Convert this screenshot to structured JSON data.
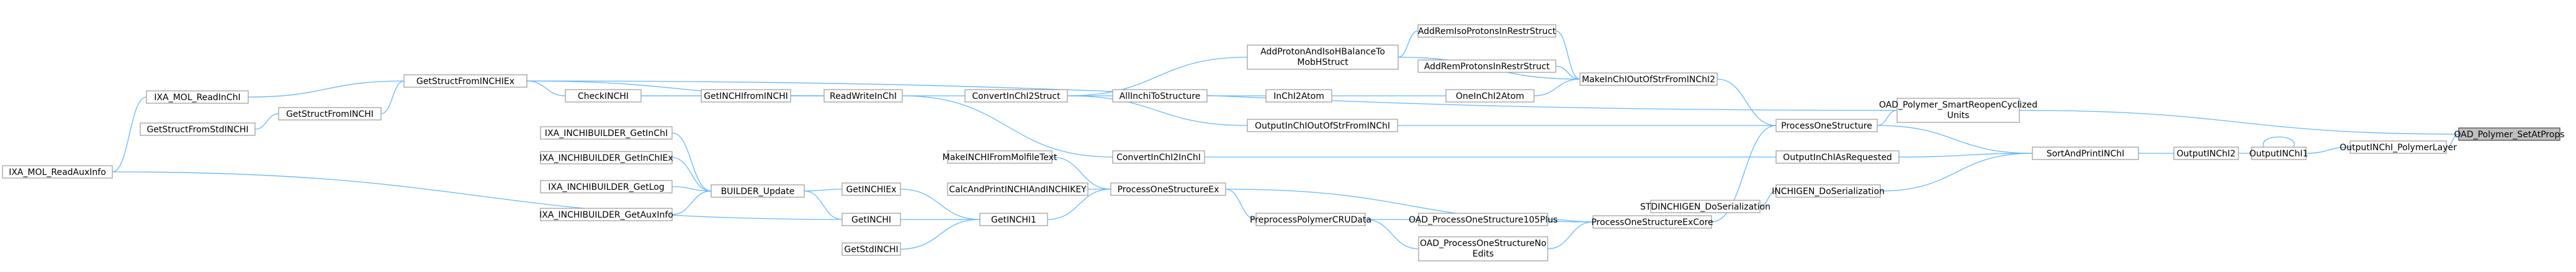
{
  "colors": {
    "edge": "#63b8ff",
    "node_border": "#999999",
    "root_fill": "#bfbfbf",
    "background": "#ffffff"
  },
  "nodes": [
    {
      "id": "root",
      "label": "OAD_Polymer_SetAtProps",
      "root": true
    },
    {
      "id": "outPolyLayer",
      "label": "OutputINChI_PolymerLayer"
    },
    {
      "id": "outInchi1",
      "label": "OutputINChI1"
    },
    {
      "id": "outInchi2",
      "label": "OutputINChI2"
    },
    {
      "id": "sortPrint",
      "label": "SortAndPrintINChI"
    },
    {
      "id": "smartReopen",
      "lines": [
        "OAD_Polymer_SmartReopenCyclized",
        "Units"
      ]
    },
    {
      "id": "procOneStruct",
      "label": "ProcessOneStructure"
    },
    {
      "id": "outAsReq",
      "label": "OutputInChIAsRequested"
    },
    {
      "id": "inchigenDoSer",
      "label": "INCHIGEN_DoSerialization"
    },
    {
      "id": "stdInchigenDoSer",
      "label": "STDINCHIGEN_DoSerialization"
    },
    {
      "id": "procOneStructExCore",
      "label": "ProcessOneStructureExCore"
    },
    {
      "id": "oadProc105",
      "label": "OAD_ProcessOneStructure105Plus"
    },
    {
      "id": "oadProcNoEdits",
      "lines": [
        "OAD_ProcessOneStructureNo",
        "Edits"
      ]
    },
    {
      "id": "preprocPolymer",
      "label": "PreprocessPolymerCRUData"
    },
    {
      "id": "procOneStructEx",
      "label": "ProcessOneStructureEx"
    },
    {
      "id": "makeInchiFromMol",
      "label": "MakeINCHIFromMolfileText"
    },
    {
      "id": "calcPrintKey",
      "label": "CalcAndPrintINCHIAndINCHIKEY"
    },
    {
      "id": "getInchi1",
      "label": "GetINCHI1"
    },
    {
      "id": "getInchiEx",
      "label": "GetINCHIEx"
    },
    {
      "id": "getInchi",
      "label": "GetINCHI"
    },
    {
      "id": "getStdInchi",
      "label": "GetStdINCHI"
    },
    {
      "id": "builderUpdate",
      "label": "BUILDER_Update"
    },
    {
      "id": "b1",
      "label": "IXA_INCHIBUILDER_GetInChI"
    },
    {
      "id": "b2",
      "label": "IXA_INCHIBUILDER_GetInChIEx"
    },
    {
      "id": "b3",
      "label": "IXA_INCHIBUILDER_GetLog"
    },
    {
      "id": "b4",
      "label": "IXA_INCHIBUILDER_GetAuxInfo"
    },
    {
      "id": "molReadAux",
      "label": "IXA_MOL_ReadAuxInfo"
    },
    {
      "id": "molReadInchi",
      "label": "IXA_MOL_ReadInChI"
    },
    {
      "id": "getStructFromStd",
      "label": "GetStructFromStdINCHI"
    },
    {
      "id": "getStructFromInchi",
      "label": "GetStructFromINCHI"
    },
    {
      "id": "getStructFromInchiEx",
      "label": "GetStructFromINCHIEx"
    },
    {
      "id": "checkInchi",
      "label": "CheckINCHI"
    },
    {
      "id": "getInchiFromInchi",
      "label": "GetINCHIfromINCHI"
    },
    {
      "id": "readWriteInchi",
      "label": "ReadWriteInChI"
    },
    {
      "id": "convertToStruct",
      "label": "ConvertInChI2Struct"
    },
    {
      "id": "convertToInchi",
      "label": "ConvertInChI2InChI"
    },
    {
      "id": "allInchiToStruct",
      "label": "AllInchiToStructure"
    },
    {
      "id": "inchi2atom",
      "label": "InChI2Atom"
    },
    {
      "id": "oneInchi2atom",
      "label": "OneInChI2Atom"
    },
    {
      "id": "outOutOfStr",
      "label": "OutputInChIOutOfStrFromINChI"
    },
    {
      "id": "addProton",
      "lines": [
        "AddProtonAndIsoHBalanceTo",
        "MobHStruct"
      ]
    },
    {
      "id": "addRemIso",
      "label": "AddRemIsoProtonsInRestrStruct"
    },
    {
      "id": "addRemProt",
      "label": "AddRemProtonsInRestrStruct"
    },
    {
      "id": "makeInchiOutOf",
      "label": "MakeInChIOutOfStrFromINChI2"
    }
  ]
}
